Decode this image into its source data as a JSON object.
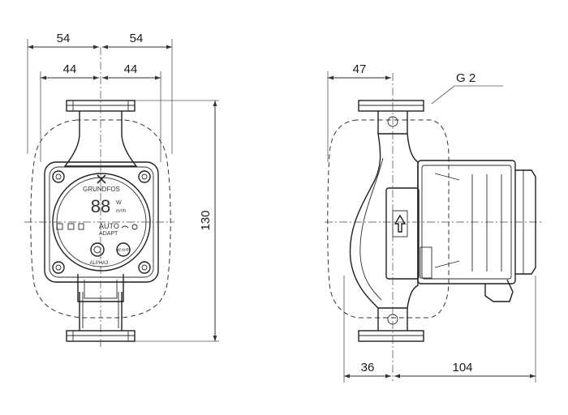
{
  "dimensions": {
    "front_half_width_outer": "54",
    "front_half_width_outer_right": "54",
    "front_half_width_inner": "44",
    "front_half_width_inner_right": "44",
    "front_height": "130",
    "side_top_offset": "47",
    "side_bottom_left": "36",
    "side_bottom_right": "104"
  },
  "labels": {
    "thread": "G 2"
  },
  "panel": {
    "brand": "GRUNDFOS",
    "display_digits": "88",
    "unit_power": "W",
    "unit_flow": "m³/h",
    "mode_line1": "AUTO",
    "mode_line2": "ADAPT",
    "button_label": "W m³/h",
    "model": "ALPHA3"
  }
}
